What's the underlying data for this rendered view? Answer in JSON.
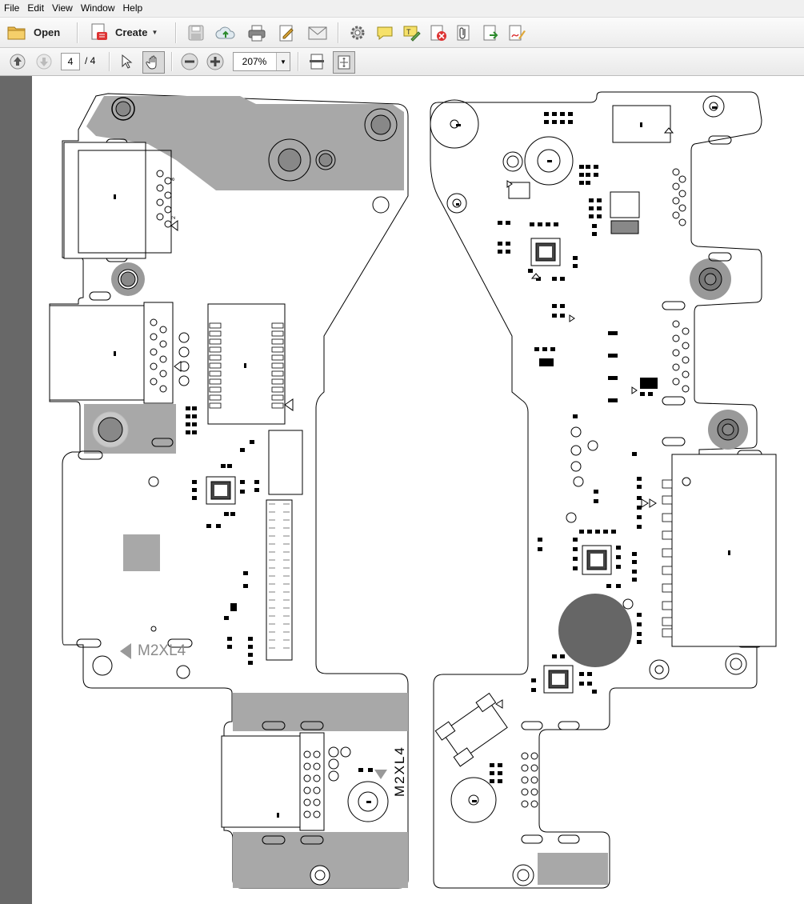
{
  "menu": {
    "file": "File",
    "edit": "Edit",
    "view": "View",
    "window": "Window",
    "help": "Help"
  },
  "toolbar": {
    "open_label": "Open",
    "create_label": "Create",
    "icons": [
      "save-icon",
      "cloud-upload-icon",
      "print-icon",
      "edit-icon",
      "email-icon",
      "gear-icon",
      "comment-icon",
      "highlight-icon",
      "delete-icon",
      "attach-icon",
      "export-icon",
      "sign-icon"
    ]
  },
  "navigation": {
    "current_page": "4",
    "total_pages": "/ 4",
    "zoom": "207%"
  },
  "document": {
    "board_label_left": "M2XL4",
    "board_label_bottom": "M2XL4",
    "connector_pin_label_top": "8",
    "connector_pin_label_bottom": "2"
  },
  "colors": {
    "copper_fill": "#a8a8a8",
    "outline": "#000000",
    "side_panel": "#686868"
  }
}
